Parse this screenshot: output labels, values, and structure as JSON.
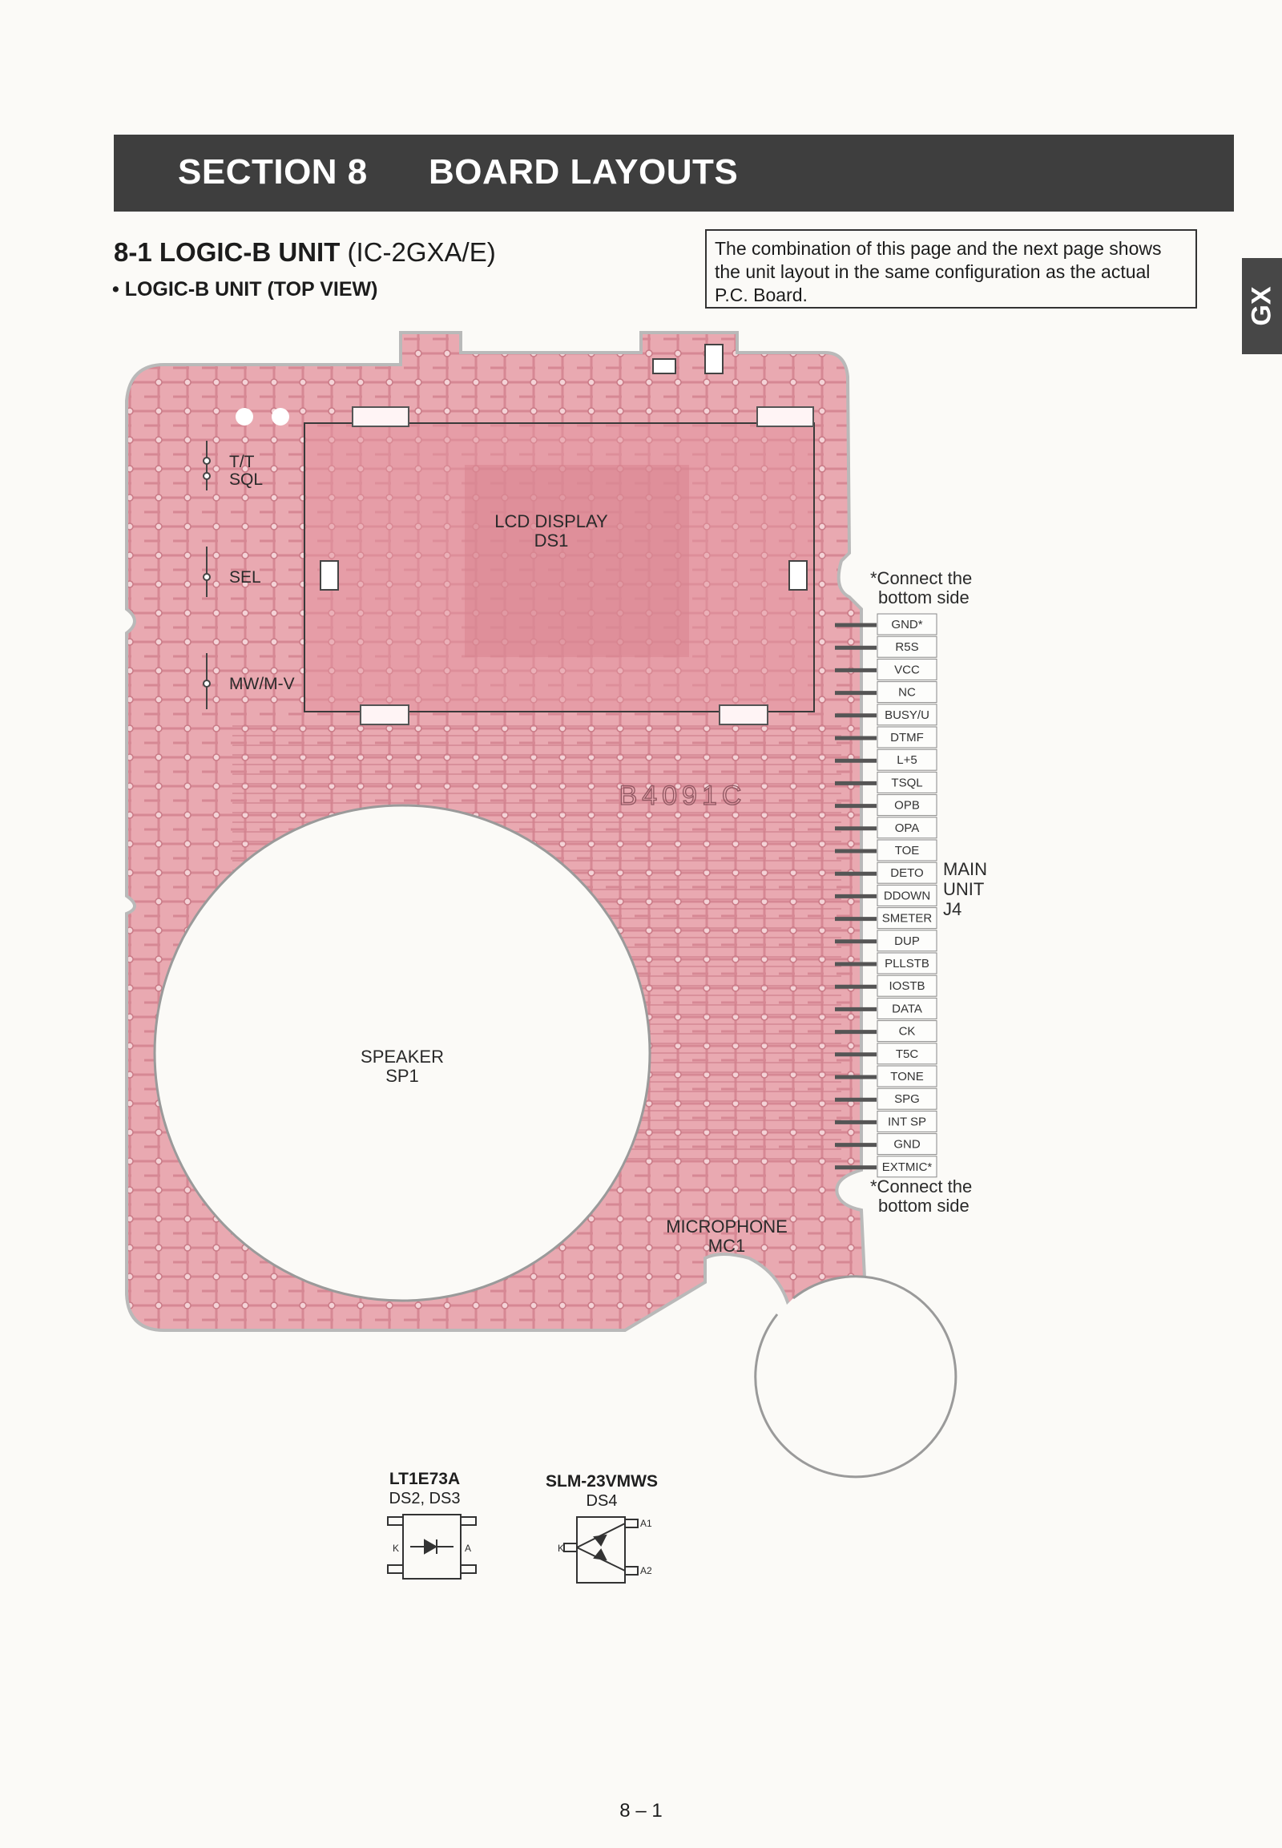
{
  "header": {
    "section_number": "SECTION 8",
    "section_title": "BOARD LAYOUTS",
    "side_tab": "GX"
  },
  "subsection": {
    "number": "8-1",
    "name": "LOGIC-B UNIT",
    "model": "(IC-2GXA/E)",
    "view_label": "• LOGIC-B UNIT (TOP VIEW)"
  },
  "note": "The combination of this page and the next page shows the unit layout in the same configuration as the actual P.C. Board.",
  "board": {
    "switch_labels": [
      "T/T",
      "SQL",
      "SEL",
      "MW/M-V"
    ],
    "lcd_label": [
      "LCD DISPLAY",
      "DS1"
    ],
    "board_code": "B4091C",
    "speaker_label": [
      "SPEAKER",
      "SP1"
    ],
    "microphone_label": [
      "MICROPHONE",
      "MC1"
    ]
  },
  "connector": {
    "note_top": [
      "*Connect the",
      "bottom side"
    ],
    "note_bottom": [
      "*Connect the",
      "bottom side"
    ],
    "pins": [
      "GND*",
      "R5S",
      "VCC",
      "NC",
      "BUSY/U",
      "DTMF",
      "L+5",
      "TSQL",
      "OPB",
      "OPA",
      "TOE",
      "DETO",
      "DDOWN",
      "SMETER",
      "DUP",
      "PLLSTB",
      "IOSTB",
      "DATA",
      "CK",
      "T5C",
      "TONE",
      "SPG",
      "INT SP",
      "GND",
      "EXTMIC*"
    ],
    "main_unit_label": [
      "MAIN",
      "UNIT",
      "J4"
    ]
  },
  "components": [
    {
      "title": "LT1E73A",
      "subtitle": "DS2, DS3",
      "pins": [
        "K",
        "A"
      ]
    },
    {
      "title": "SLM-23VMWS",
      "subtitle": "DS4",
      "pins": [
        "K",
        "A1",
        "A2"
      ]
    }
  ],
  "page_number": "8 – 1",
  "colors": {
    "board_pink": "#e8a6ae",
    "board_trace": "#d98b95",
    "header_bar": "#3e3e3e"
  }
}
